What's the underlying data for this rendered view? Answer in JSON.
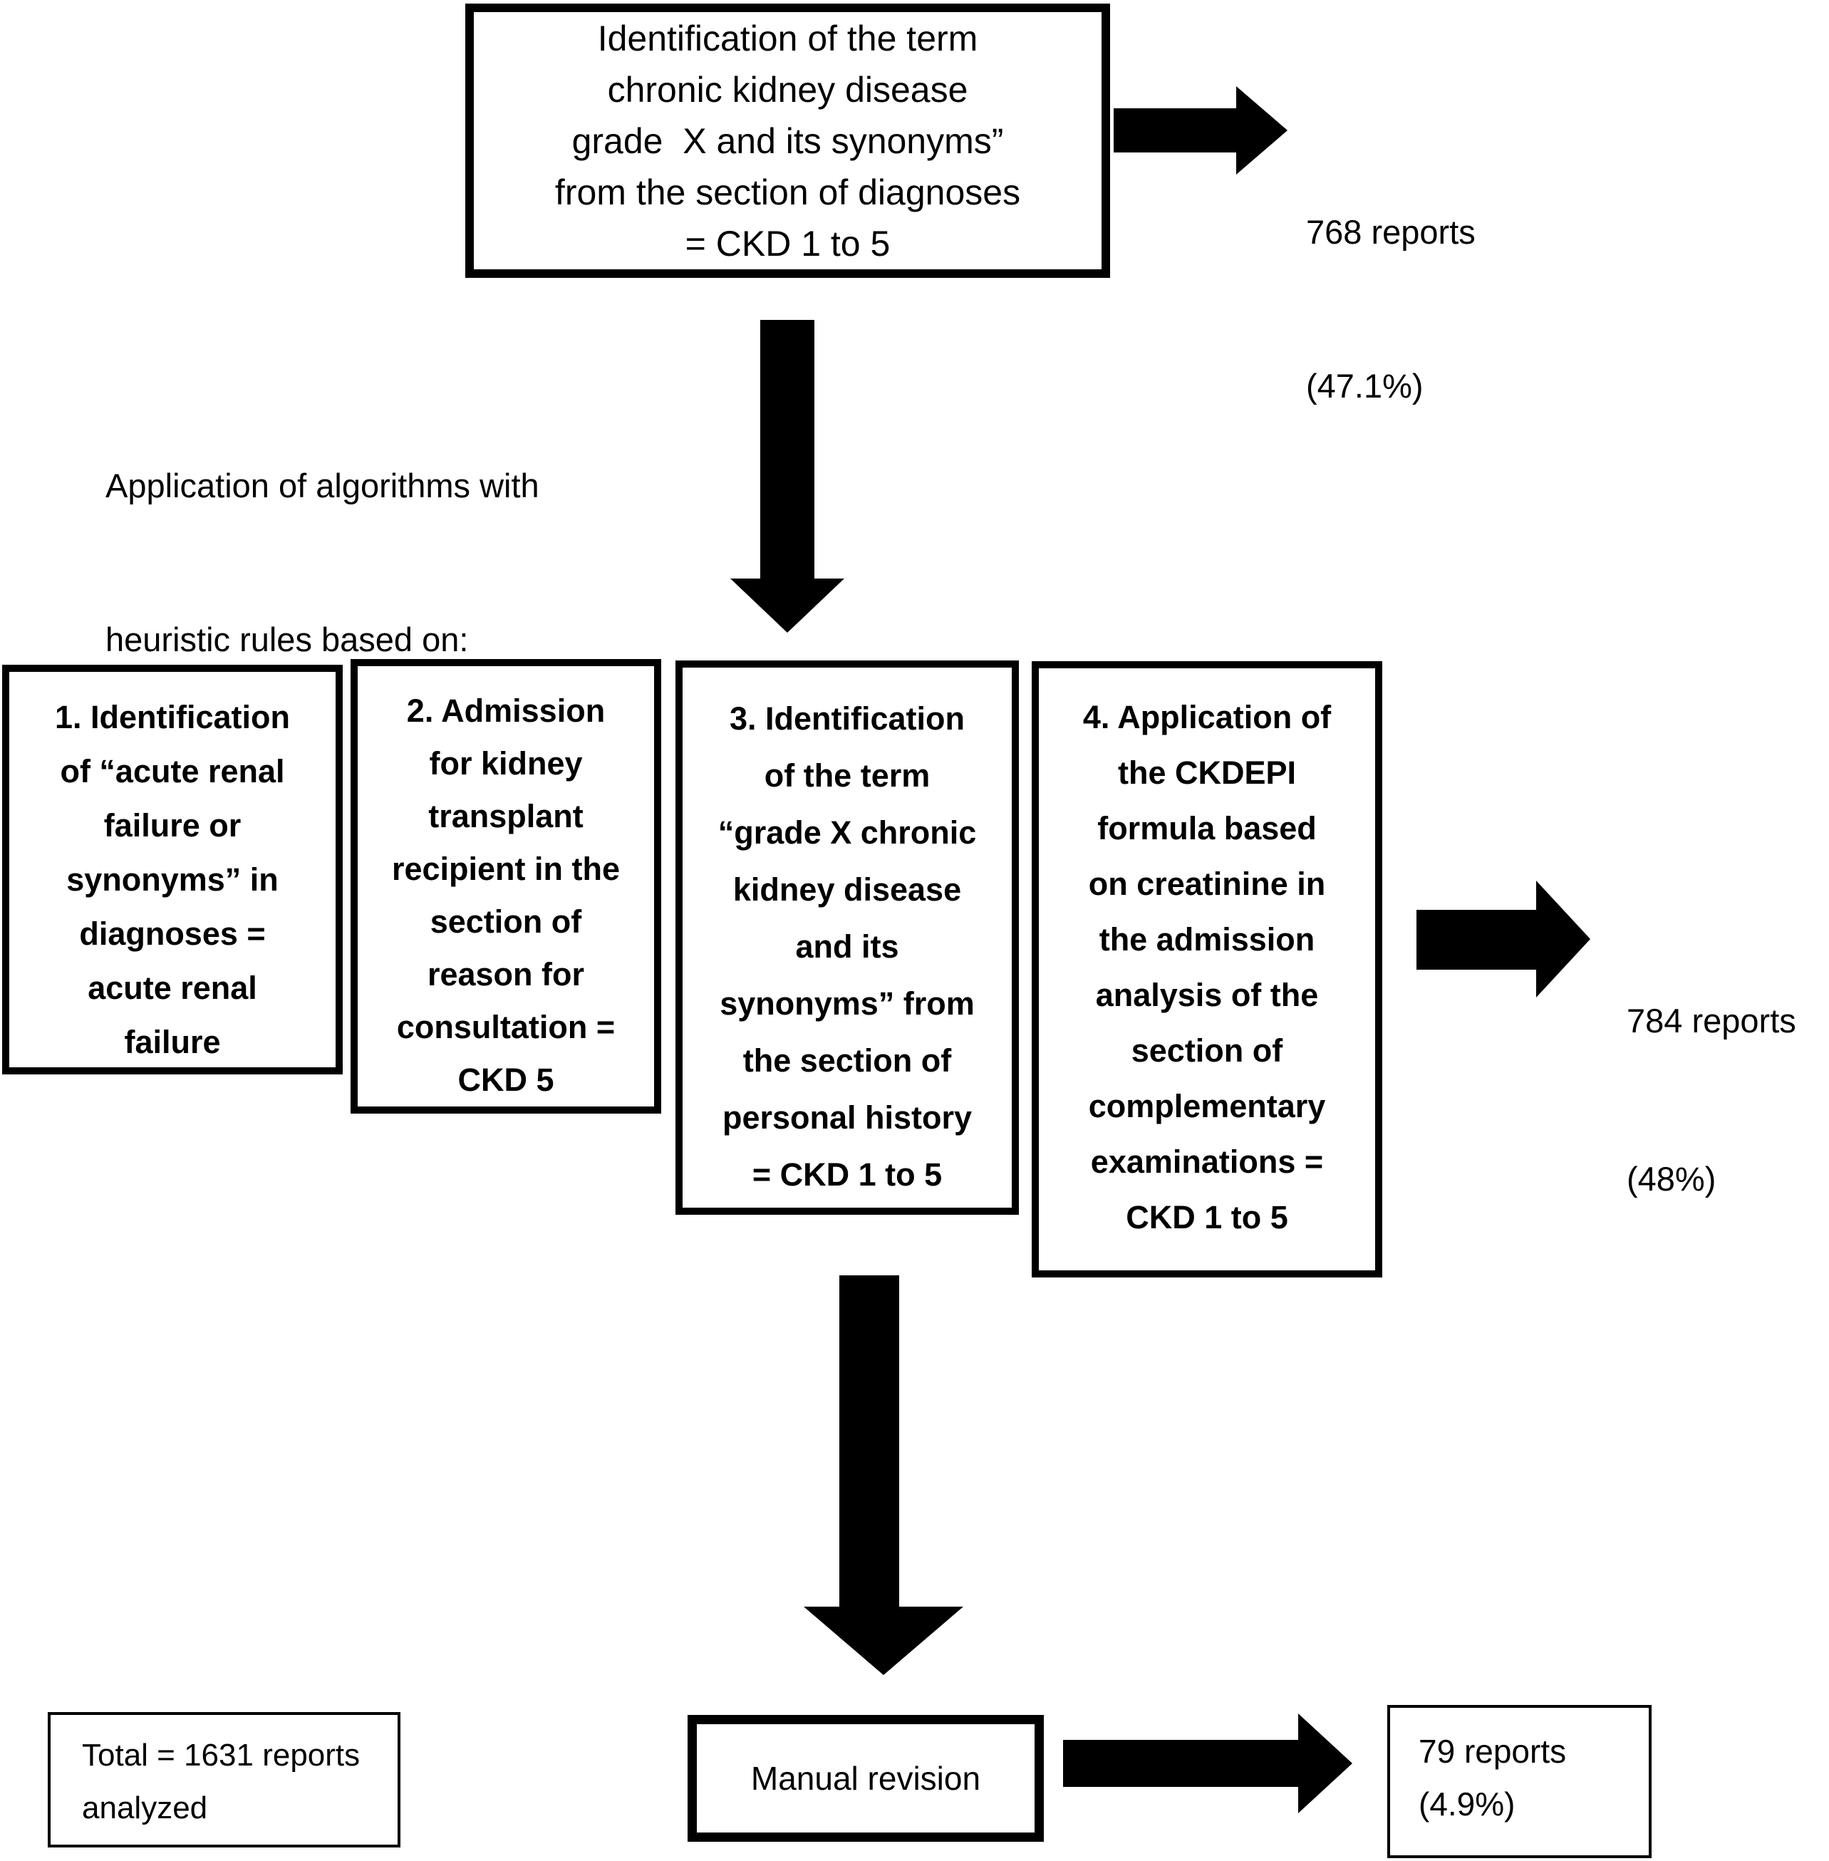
{
  "colors": {
    "ink": "#000000",
    "background": "#ffffff"
  },
  "flowchart": {
    "top_box": {
      "lines": [
        "Identification of the term",
        "chronic kidney disease",
        "grade  X and its synonyms”",
        "from the section of diagnoses",
        "= CKD 1 to 5"
      ]
    },
    "result_768": {
      "lines": [
        "768 reports",
        "(47.1%)"
      ]
    },
    "algorithms_label": {
      "lines": [
        "Application of algorithms with",
        "heuristic rules based on:"
      ]
    },
    "rule_boxes": [
      {
        "lines": [
          "1. Identification",
          "of “acute renal",
          "failure or",
          "synonyms” in",
          "diagnoses =",
          "acute renal",
          "failure"
        ]
      },
      {
        "lines": [
          "2. Admission",
          "for kidney",
          "transplant",
          "recipient in the",
          "section of",
          "reason for",
          "consultation =",
          "CKD 5"
        ]
      },
      {
        "lines": [
          "3. Identification",
          "of the term",
          "“grade X chronic",
          "kidney disease",
          "and its",
          "synonyms” from",
          "the section of",
          "personal history",
          "= CKD 1 to 5"
        ]
      },
      {
        "lines": [
          "4. Application of",
          "the CKDEPI",
          "formula based",
          "on creatinine in",
          "the admission",
          "analysis of the",
          "section of",
          "complementary",
          "examinations =",
          "CKD 1 to 5"
        ]
      }
    ],
    "result_784": {
      "lines": [
        "784 reports",
        "(48%)"
      ]
    },
    "manual_revision_box": {
      "label": "Manual revision"
    },
    "result_79": {
      "lines": [
        "79 reports",
        "(4.9%)"
      ]
    },
    "total_box": {
      "lines": [
        "Total = 1631 reports",
        "analyzed"
      ]
    }
  }
}
